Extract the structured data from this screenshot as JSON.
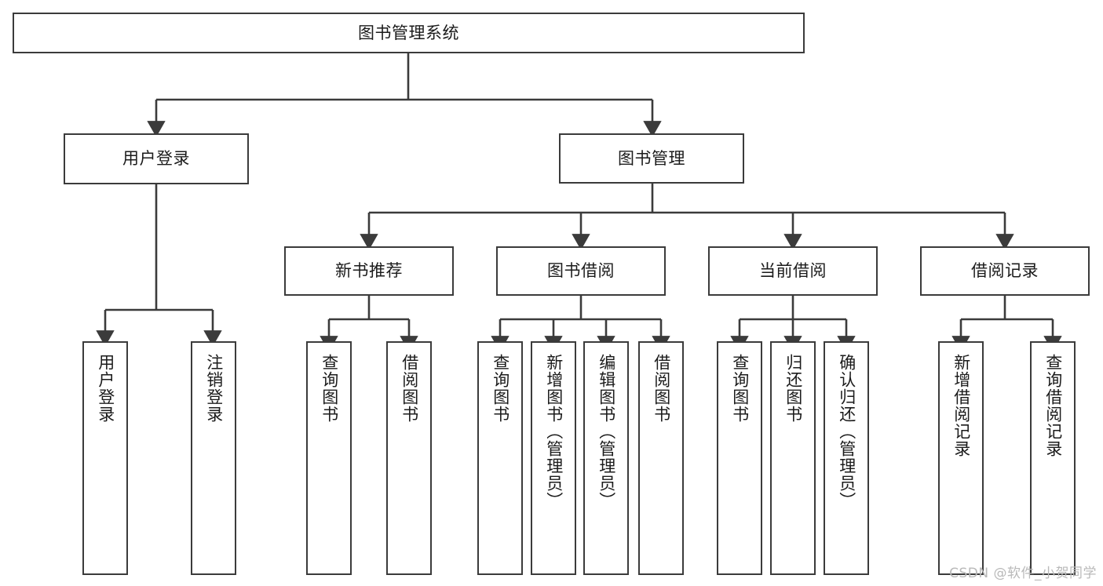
{
  "diagram": {
    "title": "图书管理系统",
    "type": "tree-hierarchy",
    "watermark": "CSDN @软件_小贺同学",
    "root": {
      "label": "图书管理系统"
    },
    "level2": [
      {
        "label": "用户登录"
      },
      {
        "label": "图书管理"
      }
    ],
    "level3": [
      {
        "label": "新书推荐"
      },
      {
        "label": "图书借阅"
      },
      {
        "label": "当前借阅"
      },
      {
        "label": "借阅记录"
      }
    ],
    "leaves": {
      "user_login": [
        {
          "label": "用户登录"
        },
        {
          "label": "注销登录"
        }
      ],
      "new_book_recommend": [
        {
          "label": "查询图书"
        },
        {
          "label": "借阅图书"
        }
      ],
      "book_borrow": [
        {
          "label": "查询图书"
        },
        {
          "label": "新增图书（管理员）"
        },
        {
          "label": "编辑图书（管理员）"
        },
        {
          "label": "借阅图书"
        }
      ],
      "current_borrow": [
        {
          "label": "查询图书"
        },
        {
          "label": "归还图书"
        },
        {
          "label": "确认归还（管理员）"
        }
      ],
      "borrow_record": [
        {
          "label": "新增借阅记录"
        },
        {
          "label": "查询借阅记录"
        }
      ]
    },
    "colors": {
      "border": "#3b3b3b",
      "background": "#ffffff",
      "text": "#1b1b1b",
      "watermark": "#b9b9b9"
    }
  }
}
